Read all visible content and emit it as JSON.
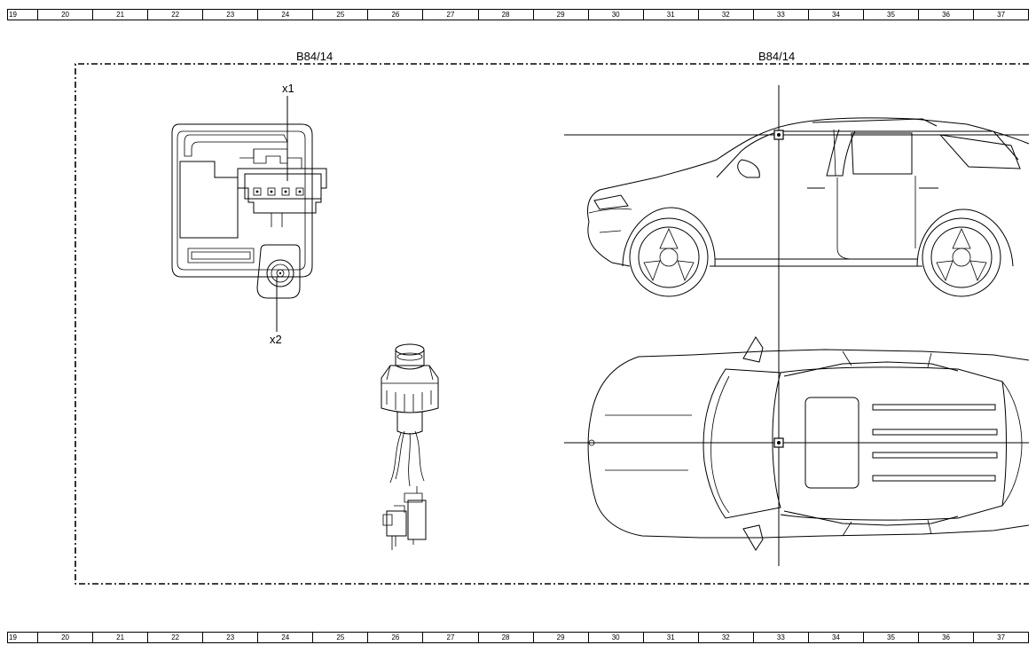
{
  "grid": {
    "columns": [
      "19",
      "20",
      "21",
      "22",
      "23",
      "24",
      "25",
      "26",
      "27",
      "28",
      "29",
      "30",
      "31",
      "32",
      "33",
      "34",
      "35",
      "36",
      "37"
    ]
  },
  "component": {
    "left_label": "B84/14",
    "right_label": "B84/14",
    "connector_x1": "x1",
    "connector_x2": "x2"
  }
}
